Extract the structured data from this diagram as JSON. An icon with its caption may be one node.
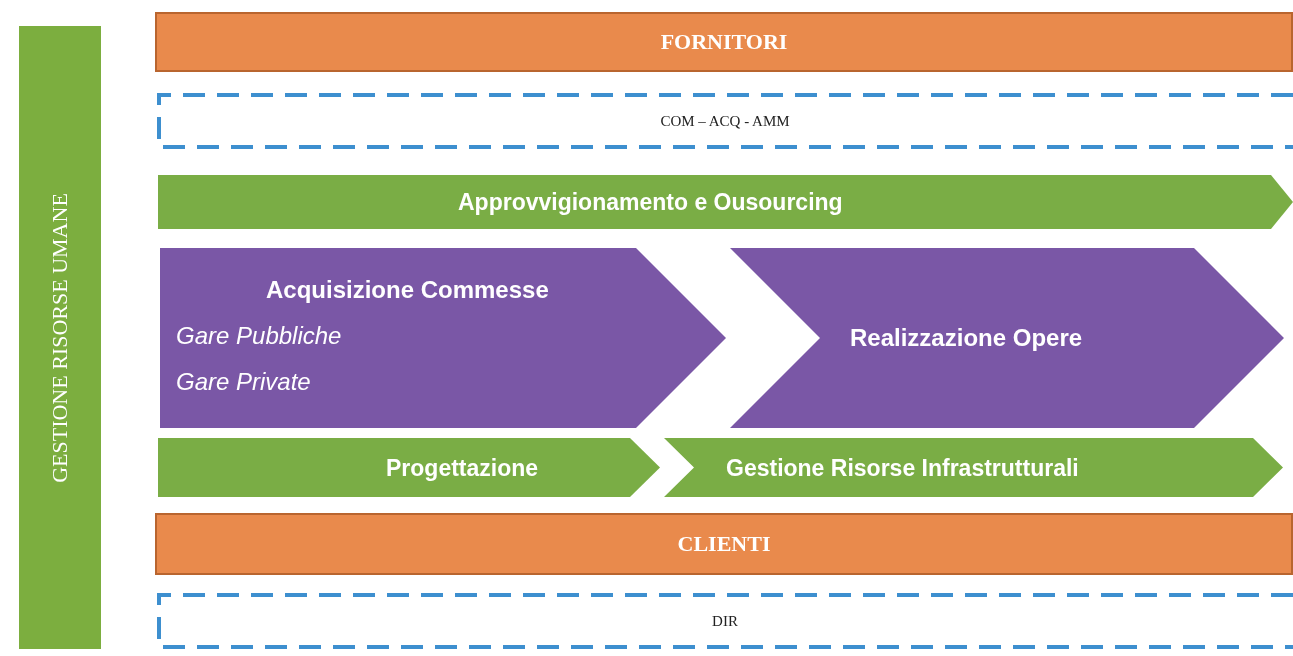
{
  "diagram": {
    "nodes": [
      {
        "text": [
          "GESTIONE RISORSE UMANE"
        ]
      },
      {
        "text": [
          "FORNITORI"
        ]
      },
      {
        "text": [
          "COM – ACQ - AMM"
        ]
      },
      {
        "text": [
          "Approvvigionamento e Ousourcing"
        ]
      },
      {
        "text": [
          "Acquisizione Commesse",
          "Gare Pubbliche",
          "Gare Private"
        ]
      },
      {
        "text": [
          "Realizzazione Opere"
        ]
      },
      {
        "text": [
          "Progettazione"
        ]
      },
      {
        "text": [
          "Gestione Risorse Infrastrutturali"
        ]
      },
      {
        "text": [
          "CLIENTI"
        ]
      },
      {
        "text": [
          "DIR"
        ]
      }
    ]
  }
}
